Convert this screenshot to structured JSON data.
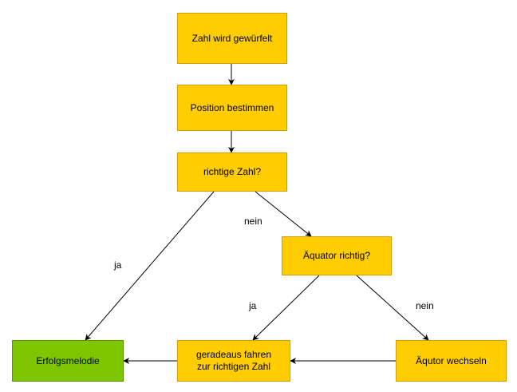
{
  "diagram": {
    "nodes": {
      "roll": {
        "label": "Zahl wird gewürfelt"
      },
      "position": {
        "label": "Position bestimmen"
      },
      "correct_number": {
        "label": "richtige Zahl?"
      },
      "equator_correct": {
        "label": "Äquator richtig?"
      },
      "success_melody": {
        "label": "Erfolgsmelodie"
      },
      "drive_straight": {
        "label": "geradeaus fahren\nzur richtigen Zahl"
      },
      "switch_equator": {
        "label": "Äqutor wechseln"
      }
    },
    "edge_labels": {
      "correct_yes": "ja",
      "correct_no": "nein",
      "equator_yes": "ja",
      "equator_no": "nein"
    }
  },
  "colors": {
    "process_fill": "#ffcd00",
    "process_border": "#d79b00",
    "success_fill": "#7ec700",
    "success_border": "#5a9300",
    "edge": "#000000"
  }
}
